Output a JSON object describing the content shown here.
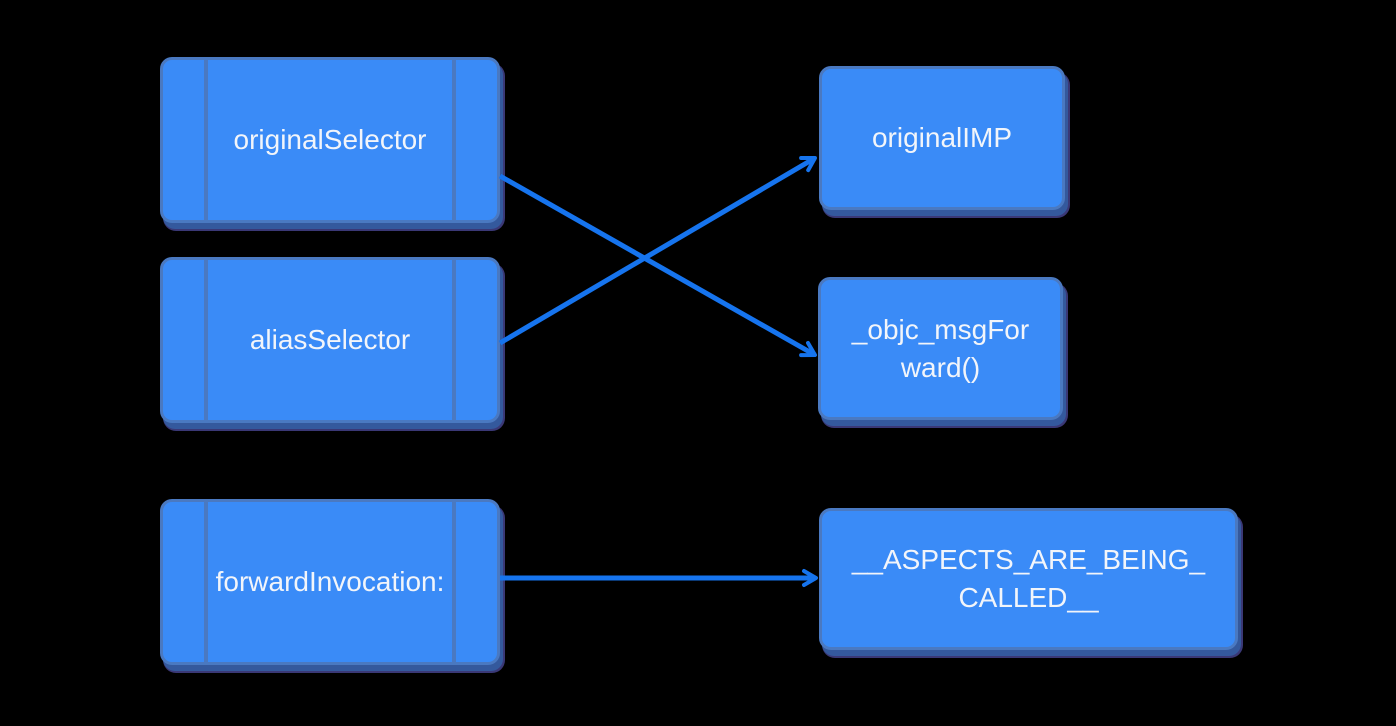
{
  "diagram": {
    "background": "#000000",
    "palette": {
      "node_fill": "#3a8bf7",
      "node_border": "#4a79c1",
      "node_shadow": "#34599d",
      "arrow": "#1674ee",
      "text": "#f2f5fa"
    },
    "nodes": [
      {
        "id": "originalSelector",
        "label": "originalSelector",
        "shape": "predefined-process"
      },
      {
        "id": "aliasSelector",
        "label": "aliasSelector",
        "shape": "predefined-process"
      },
      {
        "id": "forwardInvocation",
        "label": "forwardInvocation:",
        "shape": "predefined-process"
      },
      {
        "id": "originalIMP",
        "label": "originalIMP",
        "shape": "rounded-rect"
      },
      {
        "id": "objcMsgForward",
        "label": "_objc_msgForward()",
        "shape": "rounded-rect"
      },
      {
        "id": "aspectsAreBeingCalled",
        "label": "__ASPECTS_ARE_BEING_CALLED__",
        "shape": "rounded-rect"
      }
    ],
    "edges": [
      {
        "from": "originalSelector",
        "to": "objcMsgForward"
      },
      {
        "from": "aliasSelector",
        "to": "originalIMP"
      },
      {
        "from": "forwardInvocation",
        "to": "aspectsAreBeingCalled"
      }
    ]
  }
}
